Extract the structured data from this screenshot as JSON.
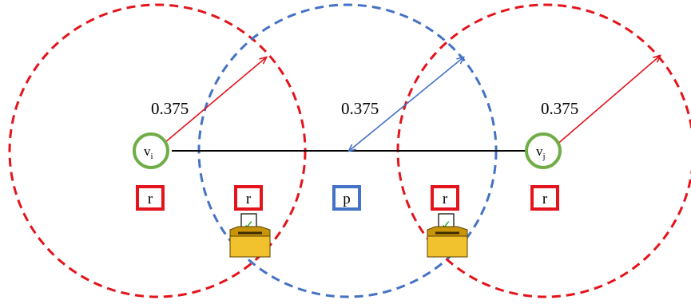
{
  "radius_labels": [
    "0.375",
    "0.375",
    "0.375"
  ],
  "nodes": [
    {
      "letter": "v",
      "subscript": "i"
    },
    {
      "letter": "v",
      "subscript": "j"
    }
  ],
  "boxes": [
    {
      "text": "r",
      "kind": "r"
    },
    {
      "text": "r",
      "kind": "r"
    },
    {
      "text": "p",
      "kind": "p"
    },
    {
      "text": "r",
      "kind": "r"
    },
    {
      "text": "r",
      "kind": "r"
    }
  ],
  "ballot_boxes": [
    {
      "name": "ballot-box-left",
      "check": "✓"
    },
    {
      "name": "ballot-box-right",
      "check": "✓"
    }
  ],
  "colors": {
    "red_circle": "#e3141b",
    "blue_circle": "#4472c4",
    "node_ring": "#70ad47",
    "arrow_red": "#e3141b",
    "arrow_blue": "#4472c4",
    "ballot_body": "#f2c12e",
    "ballot_dark": "#c8940a",
    "check": "#00a000"
  }
}
